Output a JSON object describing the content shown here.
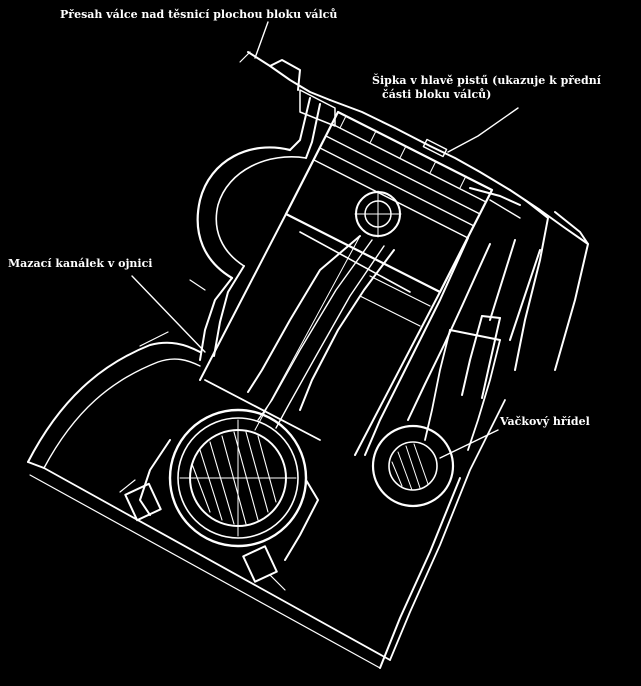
{
  "labels": {
    "cylinder_overhang": "Přesah válce nad těsnicí plochou bloku válců",
    "piston_arrow_line1": "Šipka v hlavě pistű (ukazuje k přední",
    "piston_arrow_line2": "části bloku válců)",
    "oil_channel": "Mazací kanálek v ojnici",
    "camshaft": "Vačkový hřídel"
  },
  "colors": {
    "background": "#000000",
    "ink": "#ffffff"
  }
}
